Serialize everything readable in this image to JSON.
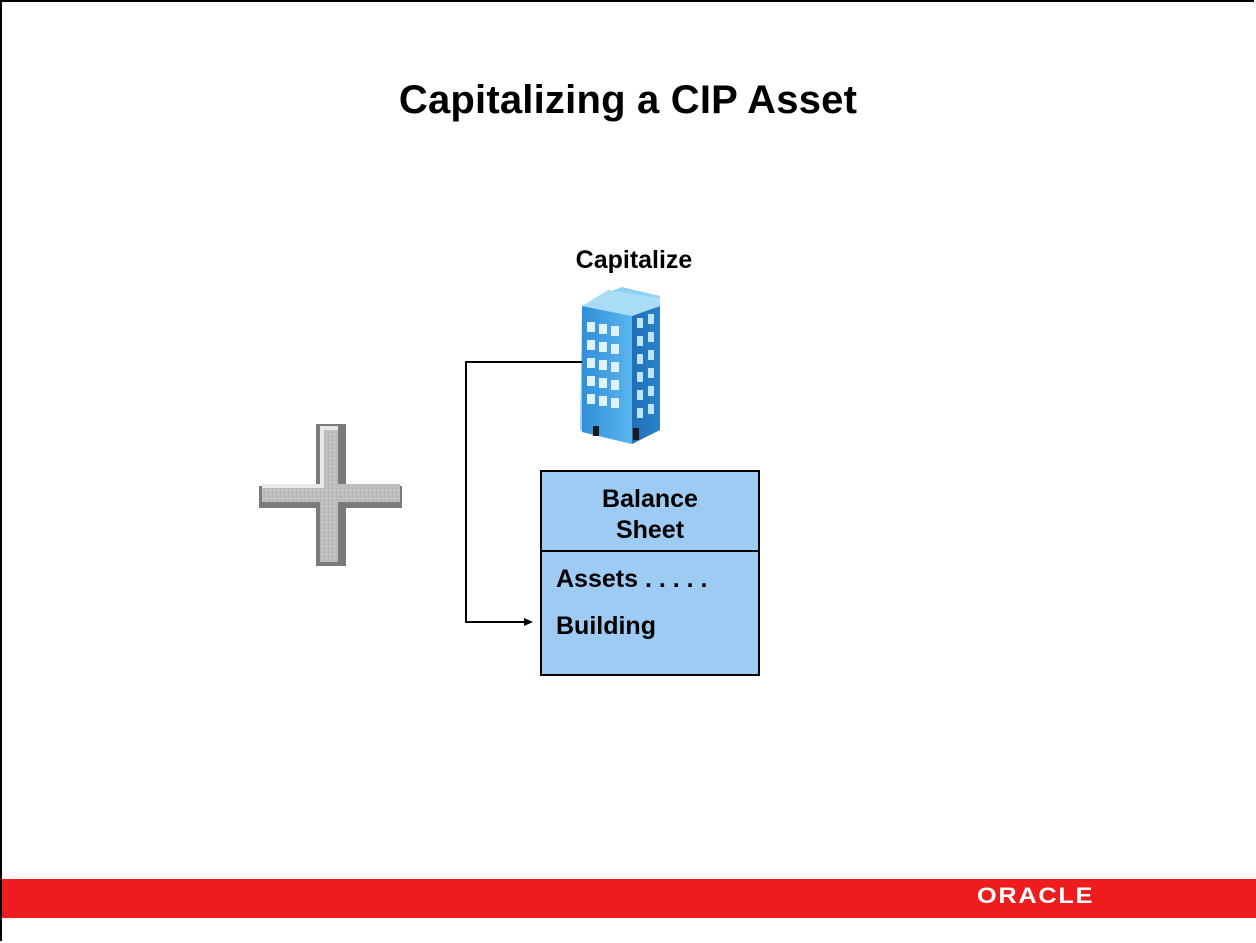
{
  "slide": {
    "title": "Capitalizing a CIP Asset"
  },
  "diagram": {
    "capitalize_label": "Capitalize",
    "balance_sheet": {
      "header_line1": "Balance",
      "header_line2": "Sheet",
      "line_assets": "Assets . . . . .",
      "line_building": "Building"
    },
    "icons": [
      "plus-icon",
      "building-icon",
      "arrow-icon"
    ]
  },
  "footer": {
    "logo": "ORACLE"
  },
  "colors": {
    "footer_red": "#ee1c1c",
    "sheet_blue": "#9ecbf3",
    "plus_gray": "#b9b9b9",
    "building_blue": "#3f9fe0"
  }
}
